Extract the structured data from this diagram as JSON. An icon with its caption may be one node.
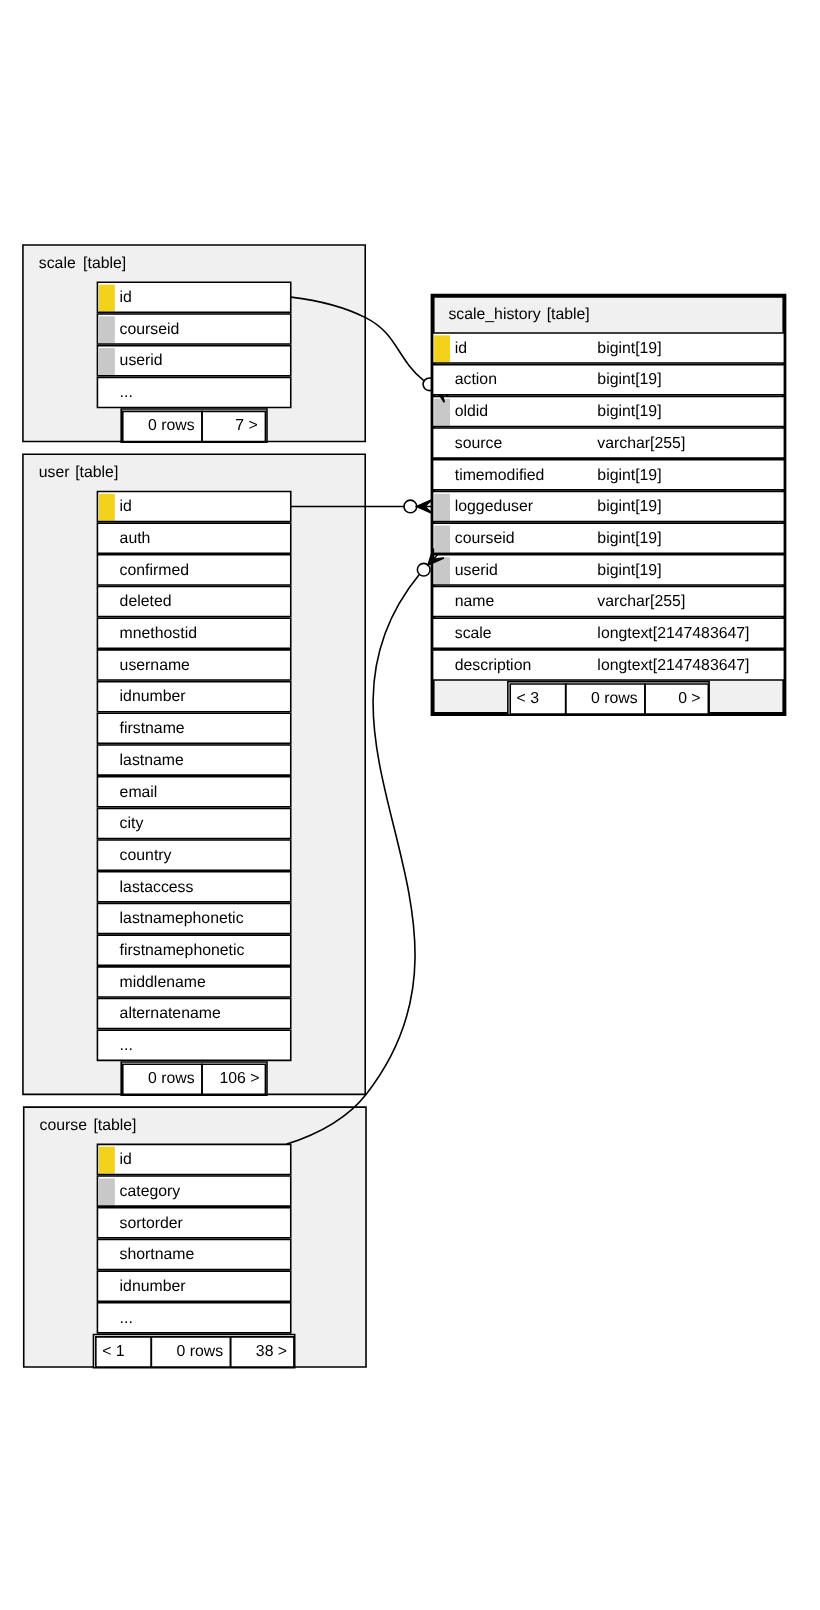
{
  "diagram": {
    "nodes": [
      {
        "text": [
          "scale",
          "[table]"
        ]
      },
      {
        "text": [
          "id"
        ],
        "in": 0
      },
      {
        "text": [
          "courseid"
        ],
        "in": 0
      },
      {
        "text": [
          "userid"
        ],
        "in": 0
      },
      {
        "text": [
          "..."
        ],
        "in": 0
      },
      {
        "text": [
          "0 rows",
          "7 >"
        ],
        "in": 0
      },
      {
        "text": [
          "scale_history",
          "[table]"
        ]
      },
      {
        "text": [
          "id",
          "bigint[19]"
        ],
        "in": 6
      },
      {
        "text": [
          "action",
          "bigint[19]"
        ],
        "in": 6
      },
      {
        "text": [
          "oldid",
          "bigint[19]"
        ],
        "in": 6
      },
      {
        "text": [
          "source",
          "varchar[255]"
        ],
        "in": 6
      },
      {
        "text": [
          "timemodified",
          "bigint[19]"
        ],
        "in": 6
      },
      {
        "text": [
          "loggeduser",
          "bigint[19]"
        ],
        "in": 6
      },
      {
        "text": [
          "courseid",
          "bigint[19]"
        ],
        "in": 6
      },
      {
        "text": [
          "userid",
          "bigint[19]"
        ],
        "in": 6
      },
      {
        "text": [
          "name",
          "varchar[255]"
        ],
        "in": 6
      },
      {
        "text": [
          "scale",
          "longtext[2147483647]"
        ],
        "in": 6
      },
      {
        "text": [
          "description",
          "longtext[2147483647]"
        ],
        "in": 6
      },
      {
        "text": [
          "< 3",
          "0 rows",
          "0 >"
        ],
        "in": 6
      },
      {
        "text": [
          "user",
          "[table]"
        ]
      },
      {
        "text": [
          "id"
        ],
        "in": 19
      },
      {
        "text": [
          "auth"
        ],
        "in": 19
      },
      {
        "text": [
          "confirmed"
        ],
        "in": 19
      },
      {
        "text": [
          "deleted"
        ],
        "in": 19
      },
      {
        "text": [
          "mnethostid"
        ],
        "in": 19
      },
      {
        "text": [
          "username"
        ],
        "in": 19
      },
      {
        "text": [
          "idnumber"
        ],
        "in": 19
      },
      {
        "text": [
          "firstname"
        ],
        "in": 19
      },
      {
        "text": [
          "lastname"
        ],
        "in": 19
      },
      {
        "text": [
          "email"
        ],
        "in": 19
      },
      {
        "text": [
          "city"
        ],
        "in": 19
      },
      {
        "text": [
          "country"
        ],
        "in": 19
      },
      {
        "text": [
          "lastaccess"
        ],
        "in": 19
      },
      {
        "text": [
          "lastnamephonetic"
        ],
        "in": 19
      },
      {
        "text": [
          "firstnamephonetic"
        ],
        "in": 19
      },
      {
        "text": [
          "middlename"
        ],
        "in": 19
      },
      {
        "text": [
          "alternatename"
        ],
        "in": 19
      },
      {
        "text": [
          "..."
        ],
        "in": 19
      },
      {
        "text": [
          "0 rows",
          "106 >"
        ],
        "in": 19
      },
      {
        "text": [
          "course",
          "[table]"
        ]
      },
      {
        "text": [
          "id"
        ],
        "in": 39
      },
      {
        "text": [
          "category"
        ],
        "in": 39
      },
      {
        "text": [
          "sortorder"
        ],
        "in": 39
      },
      {
        "text": [
          "shortname"
        ],
        "in": 39
      },
      {
        "text": [
          "idnumber"
        ],
        "in": 39
      },
      {
        "text": [
          "..."
        ],
        "in": 39
      },
      {
        "text": [
          "< 1",
          "0 rows",
          "38 >"
        ],
        "in": 39
      }
    ],
    "edges": [
      {
        "from": 1,
        "to": 9,
        "arrow": "other"
      },
      {
        "from": 20,
        "to": 12,
        "arrow": "other"
      },
      {
        "from": 40,
        "to": 13,
        "arrow": "other"
      }
    ]
  }
}
